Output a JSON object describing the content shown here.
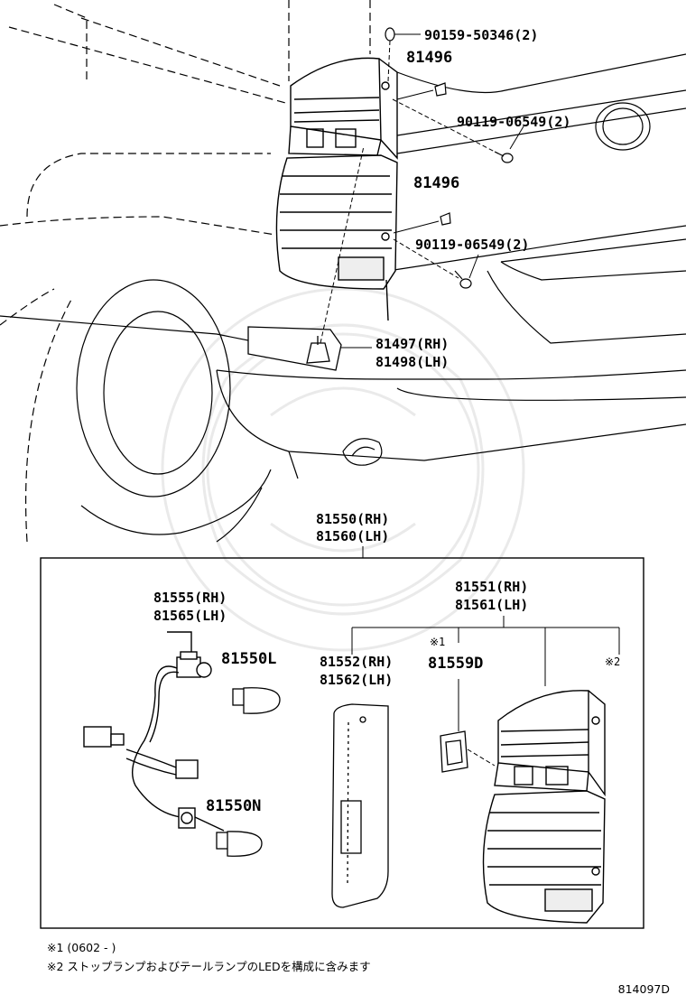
{
  "parts": {
    "screw_top": "90159-50346(2)",
    "clip_upper": "81496",
    "screw_upper": "90119-06549(2)",
    "clip_lower": "81496",
    "screw_lower": "90119-06549(2)",
    "reflector_rh": "81497(RH)",
    "reflector_lh": "81498(LH)",
    "lamp_assy_rh": "81550(RH)",
    "lamp_assy_lh": "81560(LH)",
    "socket_rh": "81555(RH)",
    "socket_lh": "81565(LH)",
    "bulb_l": "81550L",
    "bulb_n": "81550N",
    "lens_body_rh": "81551(RH)",
    "lens_body_lh": "81561(LH)",
    "gasket_rh": "81552(RH)",
    "gasket_lh": "81562(LH)",
    "gasket_small": "81559D",
    "mark1": "※1",
    "mark2": "※2"
  },
  "notes": {
    "note1": "※1 (0602 -        )",
    "note2": "※2 ストップランプおよびテールランプのLEDを構成に含みます"
  },
  "diagram_code": "814097D"
}
